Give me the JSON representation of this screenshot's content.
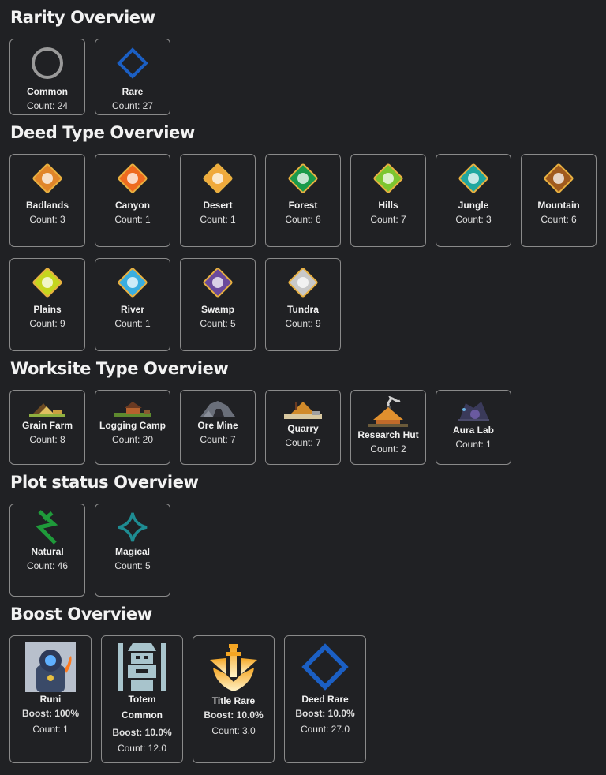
{
  "rarity": {
    "title": "Rarity Overview",
    "items": [
      {
        "name": "Common",
        "count": "Count: 24",
        "icon": "circle-icon",
        "color": "#9a9a9a"
      },
      {
        "name": "Rare",
        "count": "Count: 27",
        "icon": "diamond-icon",
        "color": "#1b5fc4"
      }
    ]
  },
  "deed": {
    "title": "Deed Type Overview",
    "items": [
      {
        "name": "Badlands",
        "count": "Count: 3",
        "color": "#e0852a",
        "icon": "badlands-icon"
      },
      {
        "name": "Canyon",
        "count": "Count: 1",
        "color": "#ee6a1f",
        "icon": "canyon-icon"
      },
      {
        "name": "Desert",
        "count": "Count: 1",
        "color": "#f0a93c",
        "icon": "desert-icon"
      },
      {
        "name": "Forest",
        "count": "Count: 6",
        "color": "#1a9a4a",
        "icon": "forest-icon"
      },
      {
        "name": "Hills",
        "count": "Count: 7",
        "color": "#7cc630",
        "icon": "hills-icon"
      },
      {
        "name": "Jungle",
        "count": "Count: 3",
        "color": "#1fa7a0",
        "icon": "jungle-icon"
      },
      {
        "name": "Mountain",
        "count": "Count: 6",
        "color": "#a05a1e",
        "icon": "mountain-icon"
      },
      {
        "name": "Plains",
        "count": "Count: 9",
        "color": "#c5d61e",
        "icon": "plains-icon"
      },
      {
        "name": "River",
        "count": "Count: 1",
        "color": "#3aaee0",
        "icon": "river-icon"
      },
      {
        "name": "Swamp",
        "count": "Count: 5",
        "color": "#6a4a9c",
        "icon": "swamp-icon"
      },
      {
        "name": "Tundra",
        "count": "Count: 9",
        "color": "#c8c8c8",
        "icon": "tundra-icon"
      }
    ]
  },
  "worksite": {
    "title": "Worksite Type Overview",
    "items": [
      {
        "name": "Grain Farm",
        "count": "Count: 8",
        "icon": "grain-farm-icon"
      },
      {
        "name": "Logging Camp",
        "count": "Count: 20",
        "icon": "logging-camp-icon"
      },
      {
        "name": "Ore Mine",
        "count": "Count: 7",
        "icon": "ore-mine-icon"
      },
      {
        "name": "Quarry",
        "count": "Count: 7",
        "icon": "quarry-icon"
      },
      {
        "name": "Research Hut",
        "count": "Count: 2",
        "icon": "research-hut-icon"
      },
      {
        "name": "Aura Lab",
        "count": "Count: 1",
        "icon": "aura-lab-icon"
      }
    ]
  },
  "plot": {
    "title": "Plot status Overview",
    "items": [
      {
        "name": "Natural",
        "count": "Count: 46",
        "icon": "natural-icon",
        "color": "#1f9a3a"
      },
      {
        "name": "Magical",
        "count": "Count: 5",
        "icon": "magical-sparkle-icon",
        "color": "#1e8c92"
      }
    ]
  },
  "boost": {
    "title": "Boost Overview",
    "items": [
      {
        "name": "Runi",
        "boost": "Boost: 100%",
        "count": "Count: 1",
        "icon": "runi-icon"
      },
      {
        "name": "Totem",
        "name2": "Common",
        "boost": "Boost: 10.0%",
        "count": "Count: 12.0",
        "icon": "totem-icon"
      },
      {
        "name": "Title Rare",
        "boost": "Boost: 10.0%",
        "count": "Count: 3.0",
        "icon": "title-rare-icon"
      },
      {
        "name": "Deed Rare",
        "boost": "Boost: 10.0%",
        "count": "Count: 27.0",
        "icon": "deed-rare-icon"
      }
    ]
  }
}
